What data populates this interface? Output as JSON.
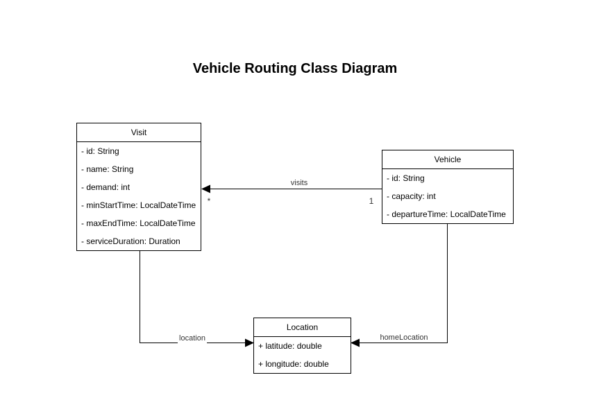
{
  "title": "Vehicle Routing Class Diagram",
  "diagram": {
    "classes": [
      {
        "name": "Visit",
        "attributes": [
          "- id: String",
          "- name: String",
          "- demand: int",
          "- minStartTime: LocalDateTime",
          "- maxEndTime: LocalDateTime",
          "- serviceDuration: Duration"
        ]
      },
      {
        "name": "Vehicle",
        "attributes": [
          "- id: String",
          "- capacity: int",
          "- departureTime: LocalDateTime"
        ]
      },
      {
        "name": "Location",
        "attributes": [
          "+ latitude: double",
          "+ longitude: double"
        ]
      }
    ],
    "associations": [
      {
        "label": "visits",
        "from": "Vehicle",
        "to": "Visit",
        "source_multiplicity": "1",
        "target_multiplicity": "*"
      },
      {
        "label": "location",
        "from": "Visit",
        "to": "Location"
      },
      {
        "label": "homeLocation",
        "from": "Vehicle",
        "to": "Location"
      }
    ]
  },
  "colors": {
    "line": "#000000",
    "text": "#000000",
    "edge_label": "#333333",
    "background": "#ffffff"
  }
}
